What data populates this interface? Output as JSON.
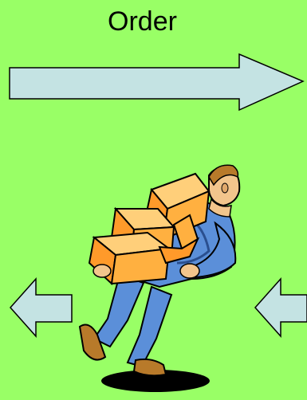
{
  "slide": {
    "title": "Order",
    "background_color": "#99ff66",
    "arrow_fill": "#c4e3e3",
    "arrow_stroke": "#000000"
  },
  "arrows": [
    {
      "name": "order-arrow-right",
      "direction": "right"
    },
    {
      "name": "return-arrow-left",
      "direction": "left"
    },
    {
      "name": "incoming-arrow-left",
      "direction": "left"
    }
  ],
  "illustration": {
    "icon": "delivery-man-carrying-boxes-icon",
    "box_color": "#ffb040",
    "shirt_color": "#5b8fd9",
    "skin_color": "#f2c58c"
  }
}
